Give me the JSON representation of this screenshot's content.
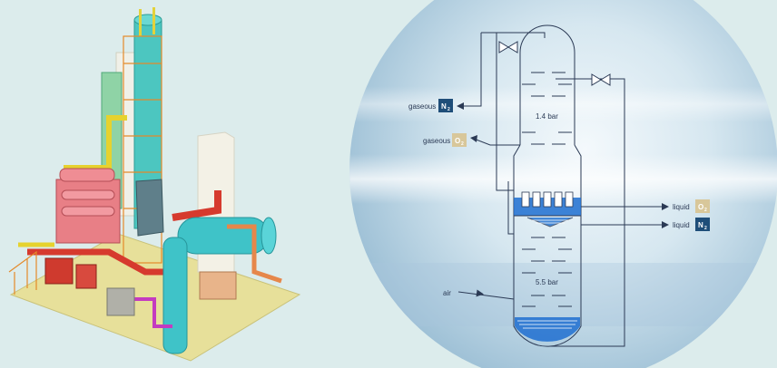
{
  "labels": {
    "gaseous_n2_word": "gaseous",
    "gaseous_n2_badge": "N",
    "gaseous_n2_sub": "2",
    "gaseous_o2_word": "gaseous",
    "gaseous_o2_badge": "O",
    "gaseous_o2_sub": "2",
    "upper_pressure": "1.4 bar",
    "lower_pressure": "5.5 bar",
    "air": "air",
    "liquid_o2_word": "liquid",
    "liquid_o2_badge": "O",
    "liquid_o2_sub": "2",
    "liquid_n2_word": "liquid",
    "liquid_n2_badge": "N",
    "liquid_n2_sub": "2"
  },
  "colors": {
    "n2_badge": "#1f4e79",
    "o2_badge": "#d8c79a",
    "line": "#2b3a55",
    "liquid": "#1e6fd0",
    "background": "#dcecec"
  }
}
